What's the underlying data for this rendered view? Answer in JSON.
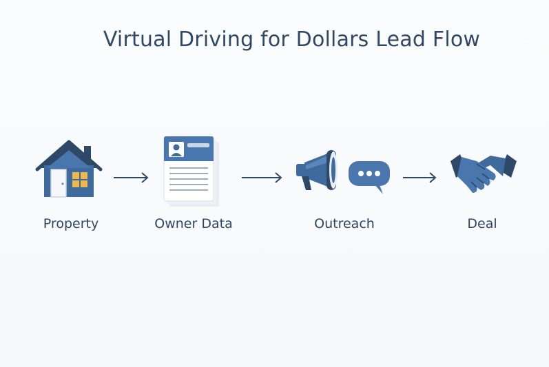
{
  "title": "Virtual Driving for Dollars Lead Flow",
  "steps": [
    {
      "label": "Property",
      "icon": "house-icon"
    },
    {
      "label": "Owner Data",
      "icon": "document-icon"
    },
    {
      "label": "Outreach",
      "icon": "megaphone-chat-icon"
    },
    {
      "label": "Deal",
      "icon": "handshake-icon"
    }
  ],
  "colors": {
    "primary": "#3f6a9e",
    "dark": "#2e4968",
    "accent": "#f0b84a",
    "text": "#2b4666"
  }
}
